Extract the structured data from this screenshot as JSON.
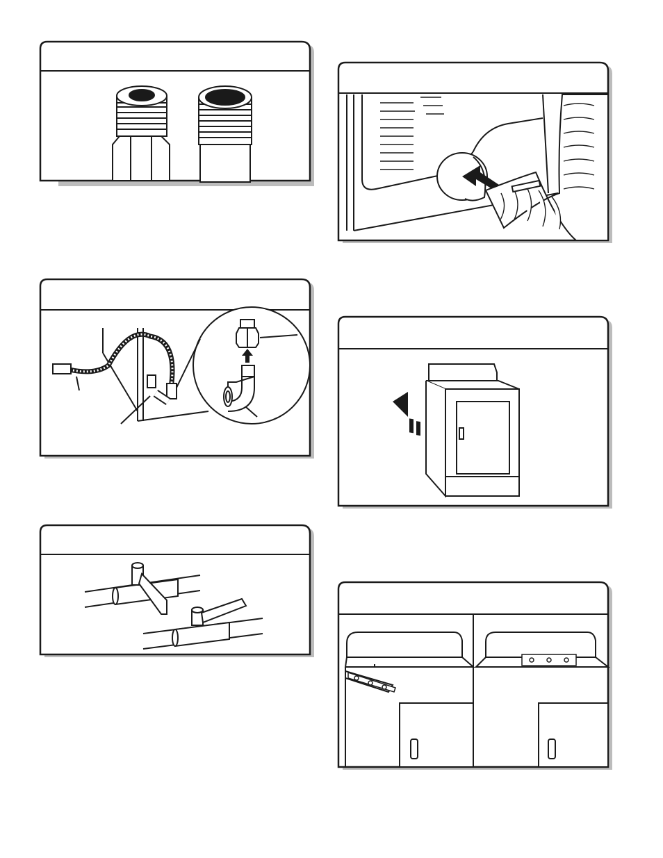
{
  "page": {
    "panels": [
      {
        "name": "fitting-threads-panel",
        "header_text": ""
      },
      {
        "name": "gas-flex-connector-panel",
        "header_text": ""
      },
      {
        "name": "gas-shutoff-valve-panel",
        "header_text": ""
      },
      {
        "name": "exhaust-vent-connection-panel",
        "header_text": ""
      },
      {
        "name": "dryer-into-position-panel",
        "header_text": ""
      },
      {
        "name": "level-dryer-panel",
        "header_text": ""
      }
    ]
  },
  "colors": {
    "ink": "#1a1a1a",
    "paper": "#ffffff",
    "shadow": "#bcbcbc",
    "fill_light": "#f2f2f2",
    "fill_dark": "#2a2a2a"
  },
  "icons": [
    "threaded-fitting-icon",
    "flex-gas-line-icon",
    "shutoff-valve-icon",
    "vent-hose-icon",
    "dryer-icon",
    "level-tool-icon"
  ]
}
